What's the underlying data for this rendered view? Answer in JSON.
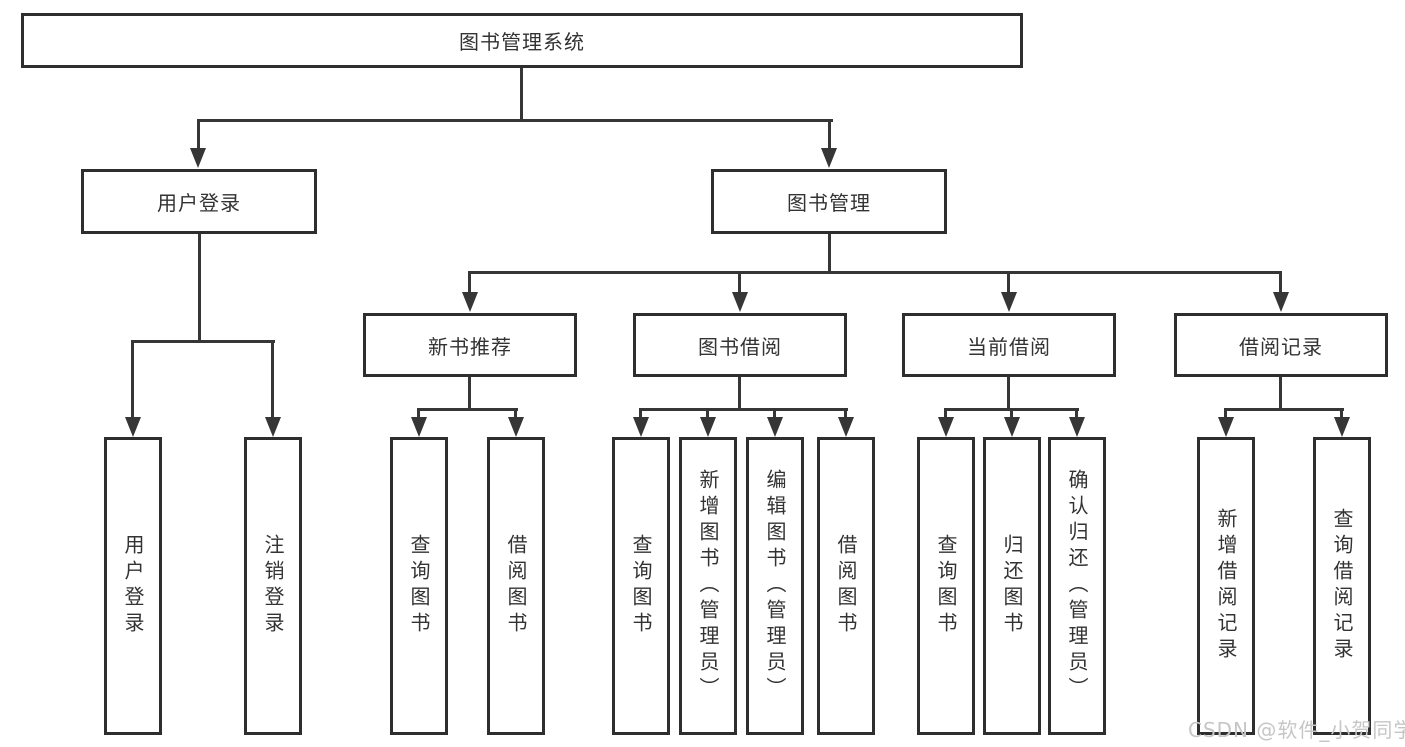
{
  "diagram": {
    "root": {
      "label": "图书管理系统"
    },
    "level2": [
      {
        "label": "用户登录"
      },
      {
        "label": "图书管理"
      }
    ],
    "level3": [
      {
        "label": "新书推荐"
      },
      {
        "label": "图书借阅"
      },
      {
        "label": "当前借阅"
      },
      {
        "label": "借阅记录"
      }
    ],
    "leaves": [
      {
        "label": "用户登录"
      },
      {
        "label": "注销登录"
      },
      {
        "label": "查询图书"
      },
      {
        "label": "借阅图书"
      },
      {
        "label": "查询图书"
      },
      {
        "label": "新增图书（管理员）"
      },
      {
        "label": "编辑图书（管理员）"
      },
      {
        "label": "借阅图书"
      },
      {
        "label": "查询图书"
      },
      {
        "label": "归还图书"
      },
      {
        "label": "确认归还（管理员）"
      },
      {
        "label": "新增借阅记录"
      },
      {
        "label": "查询借阅记录"
      }
    ]
  },
  "watermark": {
    "text": "CSDN @软件_小贺同学"
  },
  "colors": {
    "background": "#ffffff",
    "box_border": "#2e2e2e",
    "connector_line": "#363636",
    "text": "#333333",
    "watermark_text": "#c6c6c6"
  }
}
